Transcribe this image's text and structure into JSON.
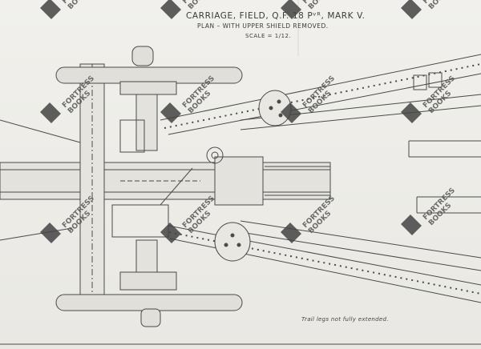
{
  "title": {
    "line1": "CARRIAGE, FIELD, Q.F. 18 Pᵛᴿ, MARK V.",
    "line2": "PLAN – WITH UPPER SHIELD REMOVED.",
    "scale": "SCALE = 1/12."
  },
  "note": "Trail legs not fully extended.",
  "watermark": {
    "line1": "FORTRESS",
    "line2": "BOOKS"
  },
  "colors": {
    "paper": "#ecebe6",
    "ink": "#3a3a3a",
    "watermark": "#555555"
  }
}
